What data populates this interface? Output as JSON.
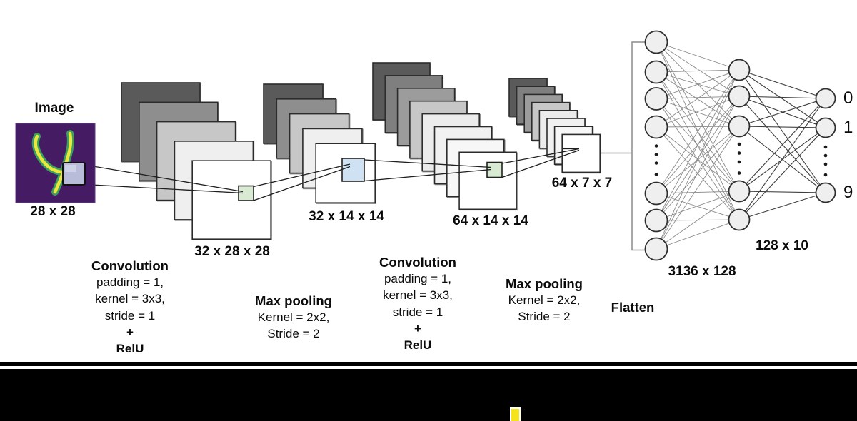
{
  "input": {
    "label": "Image",
    "dim": "28 x 28"
  },
  "stacks": [
    {
      "dim": "32 x 28 x 28"
    },
    {
      "dim": "32 x 14 x 14"
    },
    {
      "dim": "64 x 14 x 14"
    },
    {
      "dim": "64 x 7 x 7"
    }
  ],
  "network": {
    "fc1_dim": "3136 x 128",
    "fc2_dim": "128 x 10",
    "outputs": [
      "0",
      "1",
      "9"
    ]
  },
  "ops": [
    {
      "title": "Convolution",
      "lines": [
        "padding = 1,",
        "kernel = 3x3,",
        "stride = 1",
        "+",
        "RelU"
      ]
    },
    {
      "title": "Max pooling",
      "lines": [
        "Kernel = 2x2,",
        "Stride = 2"
      ]
    },
    {
      "title": "Convolution",
      "lines": [
        "padding = 1,",
        "kernel = 3x3,",
        "stride = 1",
        "+",
        "RelU"
      ]
    },
    {
      "title": "Max pooling",
      "lines": [
        "Kernel = 2x2,",
        "Stride = 2"
      ]
    },
    {
      "title": "Flatten"
    }
  ],
  "colors": {
    "mnist_bg": "#451c63",
    "digit_yellow": "#ece53b",
    "digit_green": "#3aa05f",
    "kernel_patch": "#b9bcd8",
    "conv_highlight_green": "#d9ead3",
    "pool_highlight_blue": "#cfe2f3",
    "node_fill": "#efefef",
    "letterbox_black": "#000000",
    "progress_yellow": "#f5e41c"
  }
}
